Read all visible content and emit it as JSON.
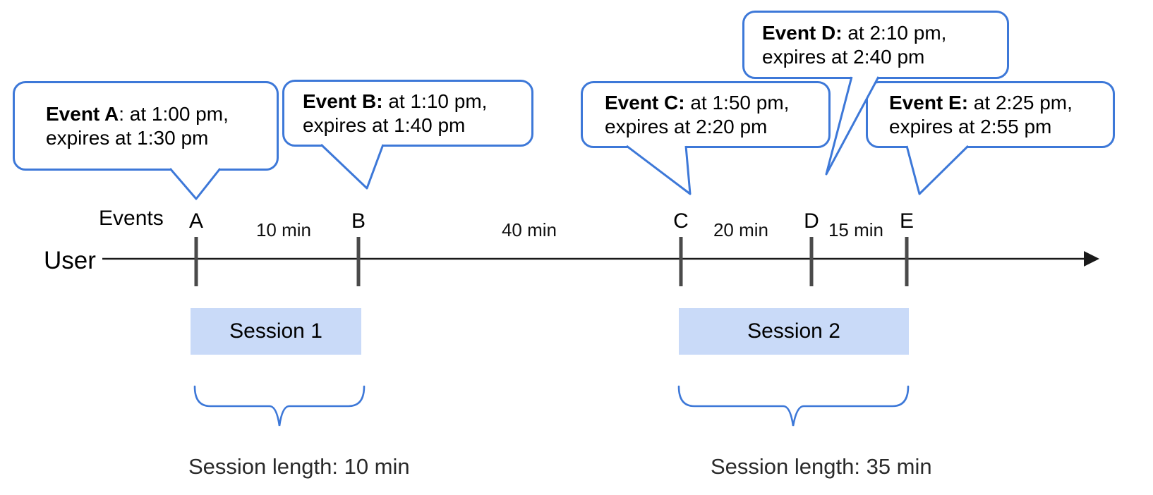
{
  "bubbles": [
    {
      "bold": "Event A",
      "rest": ": at 1:00 pm,",
      "line2": "expires at 1:30 pm"
    },
    {
      "bold": "Event B:",
      "rest": " at 1:10 pm,",
      "line2": "expires at 1:40 pm"
    },
    {
      "bold": "Event C:",
      "rest": " at 1:50 pm,",
      "line2": "expires at 2:20 pm"
    },
    {
      "bold": "Event D:",
      "rest": " at 2:10 pm,",
      "line2": "expires at 2:40 pm"
    },
    {
      "bold": "Event E:",
      "rest": " at 2:25 pm,",
      "line2": "expires at 2:55 pm"
    }
  ],
  "axis": {
    "events_label": "Events",
    "user_label": "User",
    "markers": [
      "A",
      "B",
      "C",
      "D",
      "E"
    ],
    "intervals": [
      "10 min",
      "40 min",
      "20 min",
      "15 min"
    ]
  },
  "sessions": [
    {
      "label": "Session 1",
      "length": "Session length: 10 min"
    },
    {
      "label": "Session 2",
      "length": "Session length: 35 min"
    }
  ],
  "colors": {
    "accent_blue": "#3d78d8",
    "session_fill": "#c9daf8",
    "tick_gray": "#4a4a4a",
    "line_black": "#1a1a1a"
  }
}
